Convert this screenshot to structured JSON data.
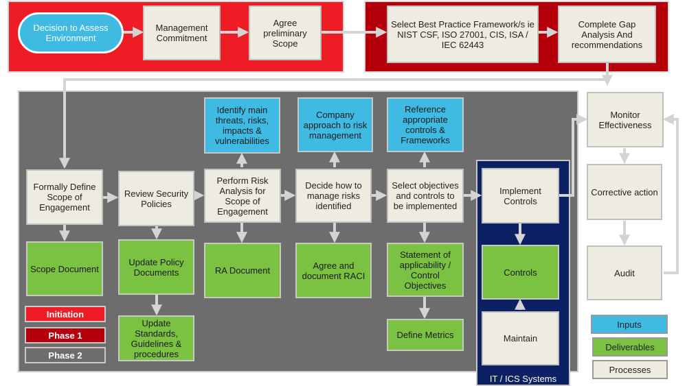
{
  "start_node": "Decision to Assess Environment",
  "initiation": {
    "management_commitment": "Management Commitment",
    "agree_scope": "Agree preliminary Scope"
  },
  "phase1": {
    "select_framework": "Select Best Practice Framework/s ie NIST CSF, ISO 27001, CIS, ISA / IEC 62443",
    "gap_analysis": "Complete Gap Analysis And recommendations"
  },
  "phase2": {
    "inputs": {
      "threats": "Identify main threats, risks, impacts & vulnerabilities",
      "company_approach": "Company approach to risk management",
      "reference_controls": "Reference appropriate controls & Frameworks"
    },
    "processes": {
      "define_scope": "Formally Define Scope of Engagement",
      "review_policies": "Review Security Policies",
      "risk_analysis": "Perform Risk Analysis for Scope of Engagement",
      "manage_risks": "Decide how to manage risks identified",
      "select_objectives": "Select objectives and controls to be implemented"
    },
    "deliverables": {
      "scope_document": "Scope Document",
      "update_policy": "Update Policy Documents",
      "update_standards": "Update Standards, Guidelines & procedures",
      "ra_document": "RA Document",
      "raci": "Agree and document RACI",
      "soa": "Statement of applicability / Control Objectives",
      "metrics": "Define Metrics"
    }
  },
  "it_ics": {
    "title": "IT / ICS Systems",
    "implement": "Implement Controls",
    "controls": "Controls",
    "maintain": "Maintain"
  },
  "cycle": {
    "monitor": "Monitor Effectiveness",
    "corrective": "Corrective action",
    "audit": "Audit"
  },
  "legend_phases": [
    "Initiation",
    "Phase 1",
    "Phase 2"
  ],
  "legend_types": [
    "Inputs",
    "Deliverables",
    "Processes"
  ],
  "colors": {
    "initiation": "#ee1c25",
    "phase1": "#b5000c",
    "phase2": "#6d6d6d",
    "it_ics": "#0b2163",
    "input": "#3fbbe3",
    "deliverable": "#7bc142",
    "process": "#eeece1",
    "start_node": "#3fbbe3",
    "connector": "#d4d4d4"
  }
}
